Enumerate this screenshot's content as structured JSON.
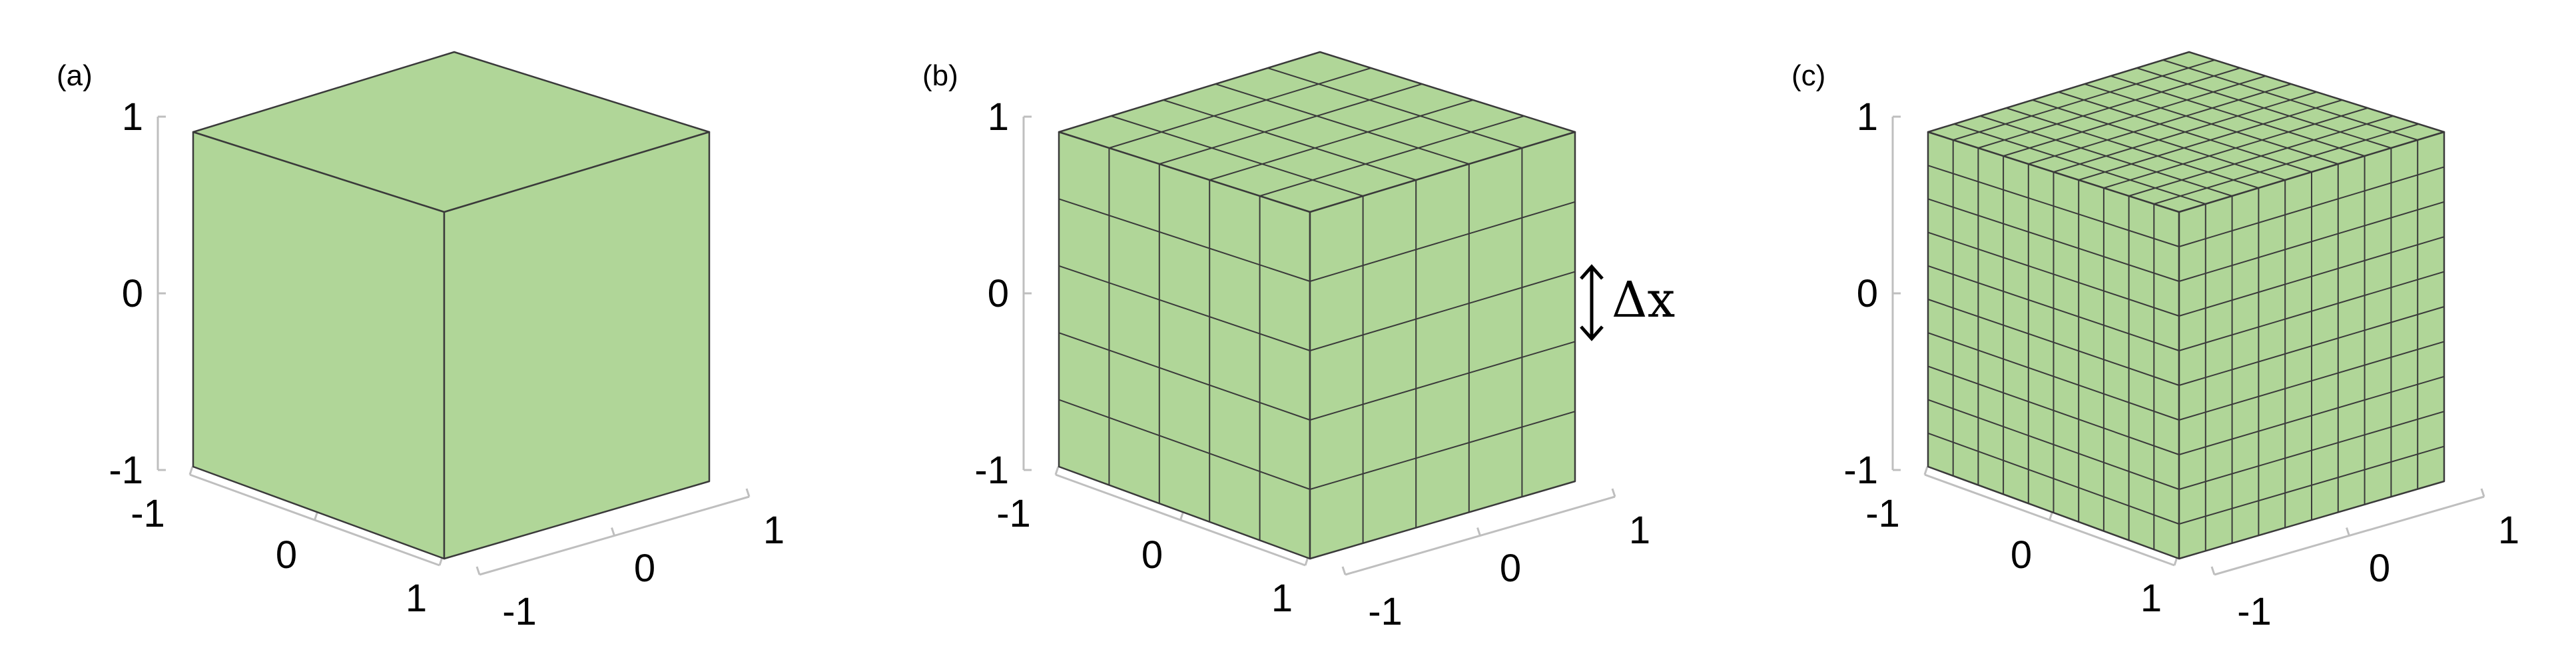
{
  "colors": {
    "face": "#b0d698",
    "edge": "#3a3a3a",
    "axis": "#bfbfbf"
  },
  "panels": [
    {
      "label": "(a)",
      "divisions": 1,
      "z_ticks": [
        "1",
        "0",
        "-1"
      ],
      "x_ticks": [
        "-1",
        "0",
        "1"
      ],
      "y_ticks": [
        "-1",
        "0",
        "1"
      ]
    },
    {
      "label": "(b)",
      "divisions": 5,
      "z_ticks": [
        "1",
        "0",
        "-1"
      ],
      "x_ticks": [
        "-1",
        "0",
        "1"
      ],
      "y_ticks": [
        "-1",
        "0",
        "1"
      ],
      "annotation": "Δx"
    },
    {
      "label": "(c)",
      "divisions": 10,
      "z_ticks": [
        "1",
        "0",
        "-1"
      ],
      "x_ticks": [
        "-1",
        "0",
        "1"
      ],
      "y_ticks": [
        "-1",
        "0",
        "1"
      ]
    }
  ]
}
